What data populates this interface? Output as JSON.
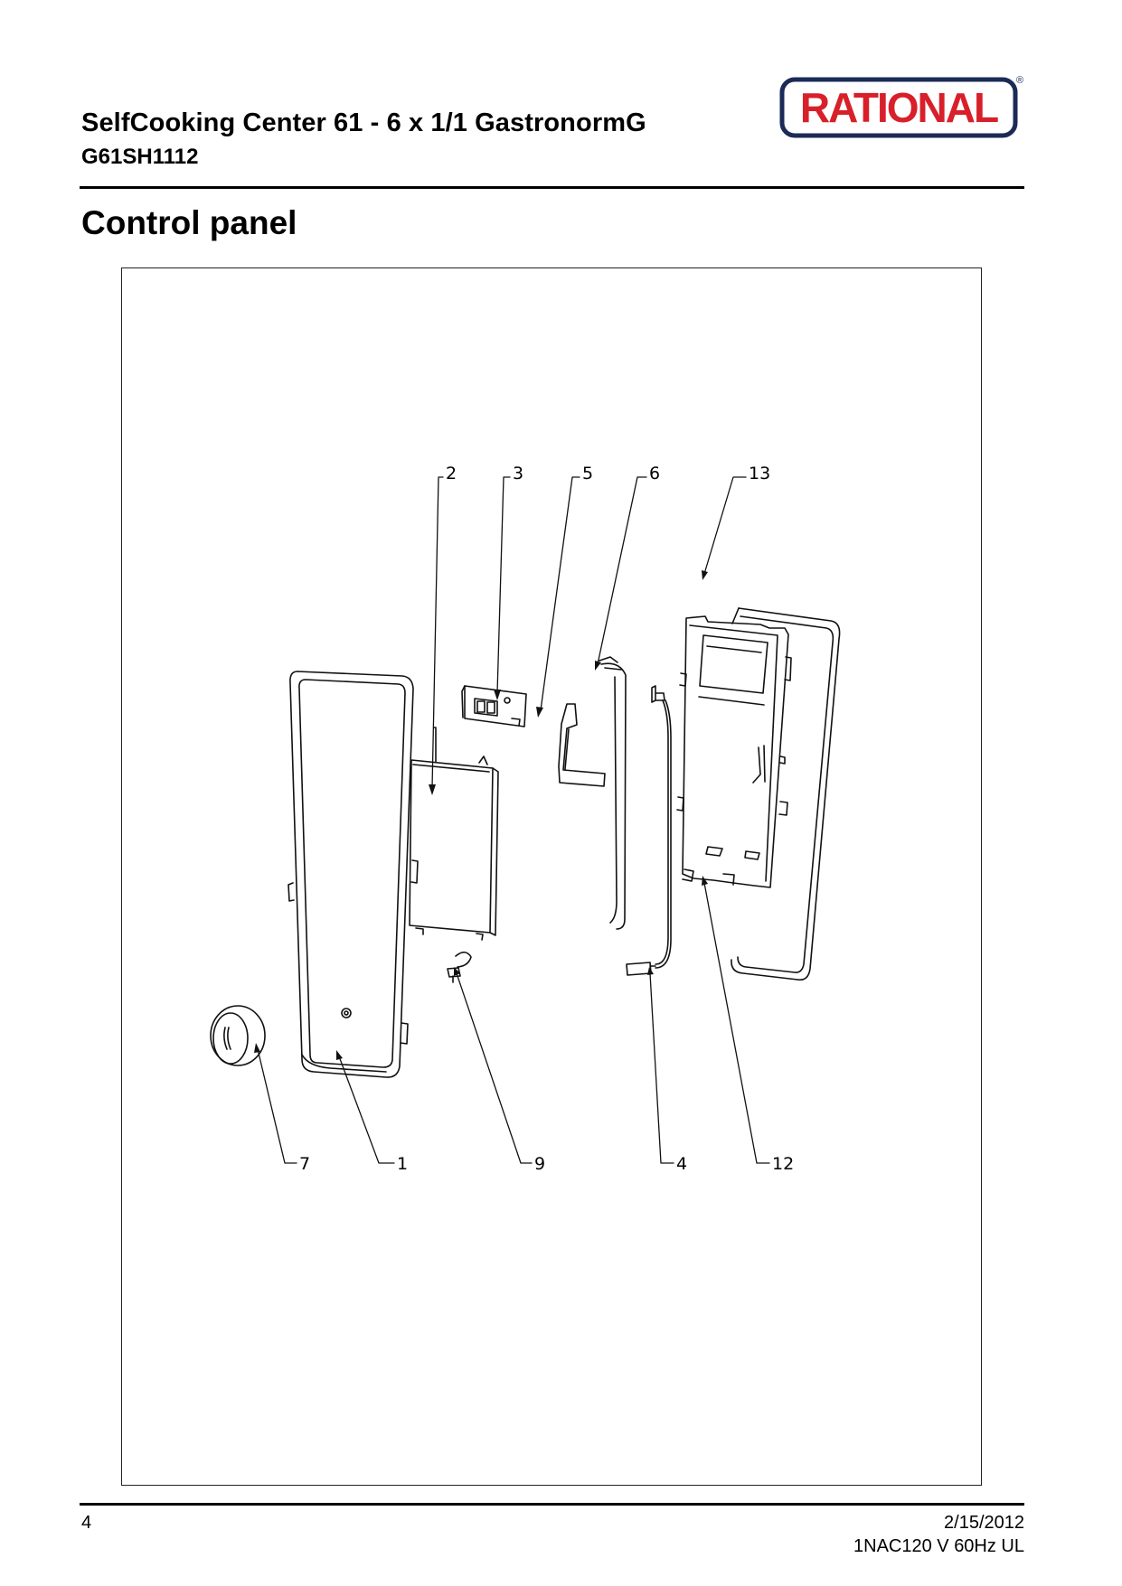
{
  "header": {
    "title": "SelfCooking Center 61 - 6 x 1/1 GastronormG",
    "model": "G61SH1112"
  },
  "logo": {
    "text": "RATIONAL",
    "registered": "®",
    "colors": {
      "red": "#d8202a",
      "navy": "#1b2a57"
    }
  },
  "section": {
    "title": "Control panel"
  },
  "drawing": {
    "callouts": {
      "c1": "1",
      "c2": "2",
      "c3": "3",
      "c4": "4",
      "c5": "5",
      "c6": "6",
      "c7": "7",
      "c9": "9",
      "c12": "12",
      "c13": "13"
    }
  },
  "footer": {
    "page": "4",
    "date": "2/15/2012",
    "variant": "1NAC120 V 60Hz UL"
  }
}
